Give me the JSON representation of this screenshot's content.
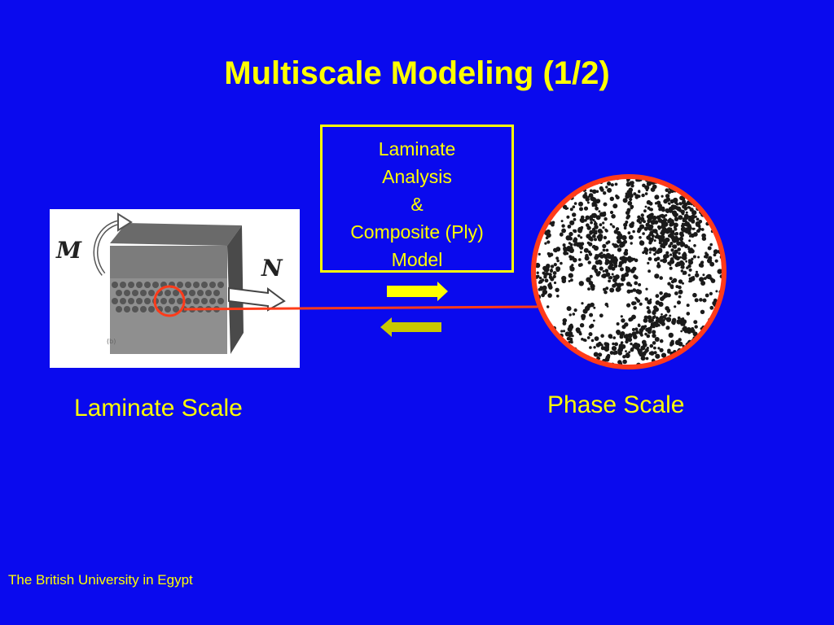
{
  "slide": {
    "title": "Multiscale Modeling (1/2)",
    "footer": "The British University in Egypt"
  },
  "analysis_box": {
    "lines": [
      "Laminate",
      "Analysis",
      "&",
      "Composite (Ply)",
      "Model"
    ]
  },
  "laminate": {
    "caption": "Laminate Scale",
    "moment_label": "M",
    "force_label": "N",
    "subfigure_label": "(b)"
  },
  "phase": {
    "caption": "Phase Scale"
  },
  "colors": {
    "background": "#0a0aee",
    "text": "#ffff00",
    "arrow_right": "#ffff00",
    "arrow_left": "#c8c800",
    "highlight": "#ff3b1a"
  }
}
